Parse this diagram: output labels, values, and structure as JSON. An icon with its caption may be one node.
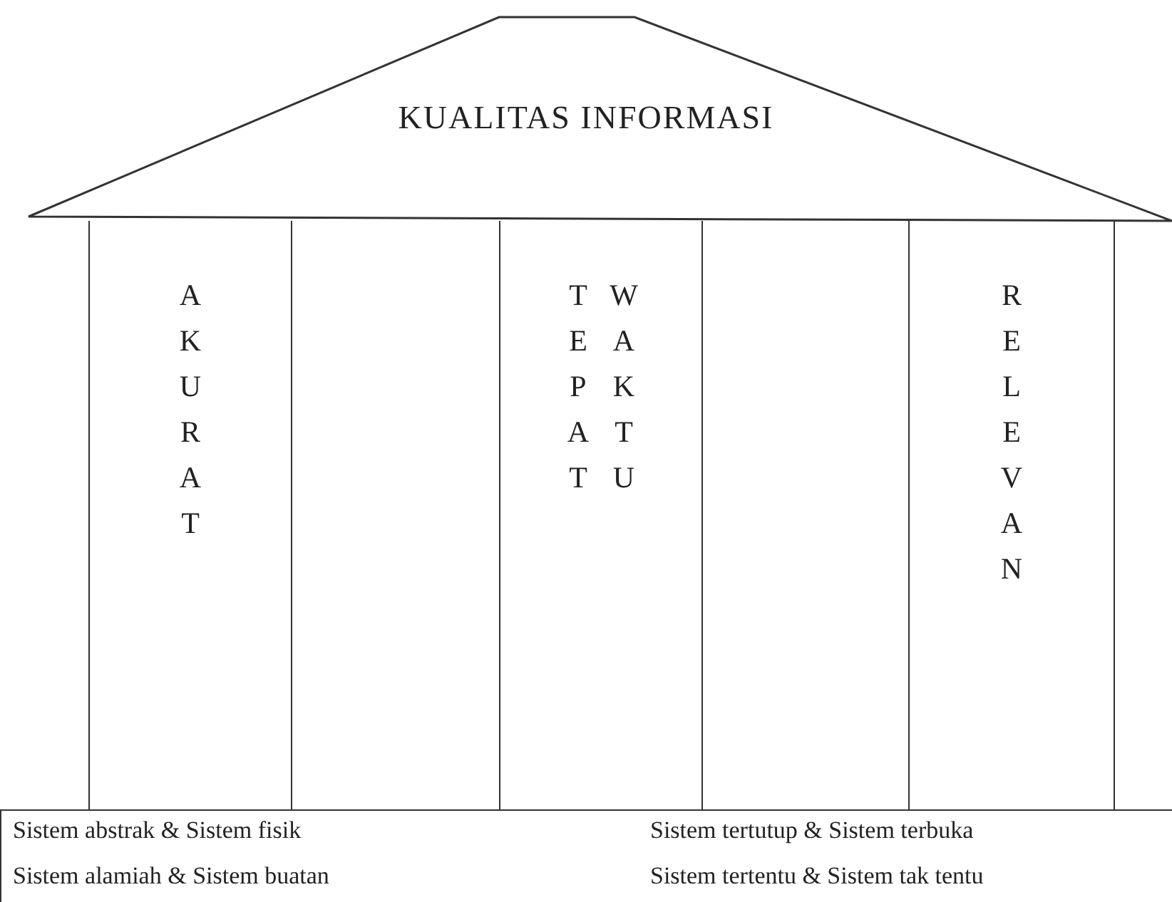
{
  "diagram": {
    "nodes": [
      {
        "text": [
          "KUALITAS INFORMASI"
        ]
      },
      {
        "text": [
          "AKURAT"
        ]
      },
      {
        "text": [
          "TEPAT WAKTU"
        ]
      },
      {
        "text": [
          "RELEVAN"
        ]
      },
      {
        "text": [
          "Sistem abstrak & Sistem fisik",
          "Sistem tertutup & Sistem terbuka",
          "Sistem alamiah & Sistem buatan",
          "Sistem tertentu & Sistem tak tentu"
        ]
      }
    ]
  }
}
